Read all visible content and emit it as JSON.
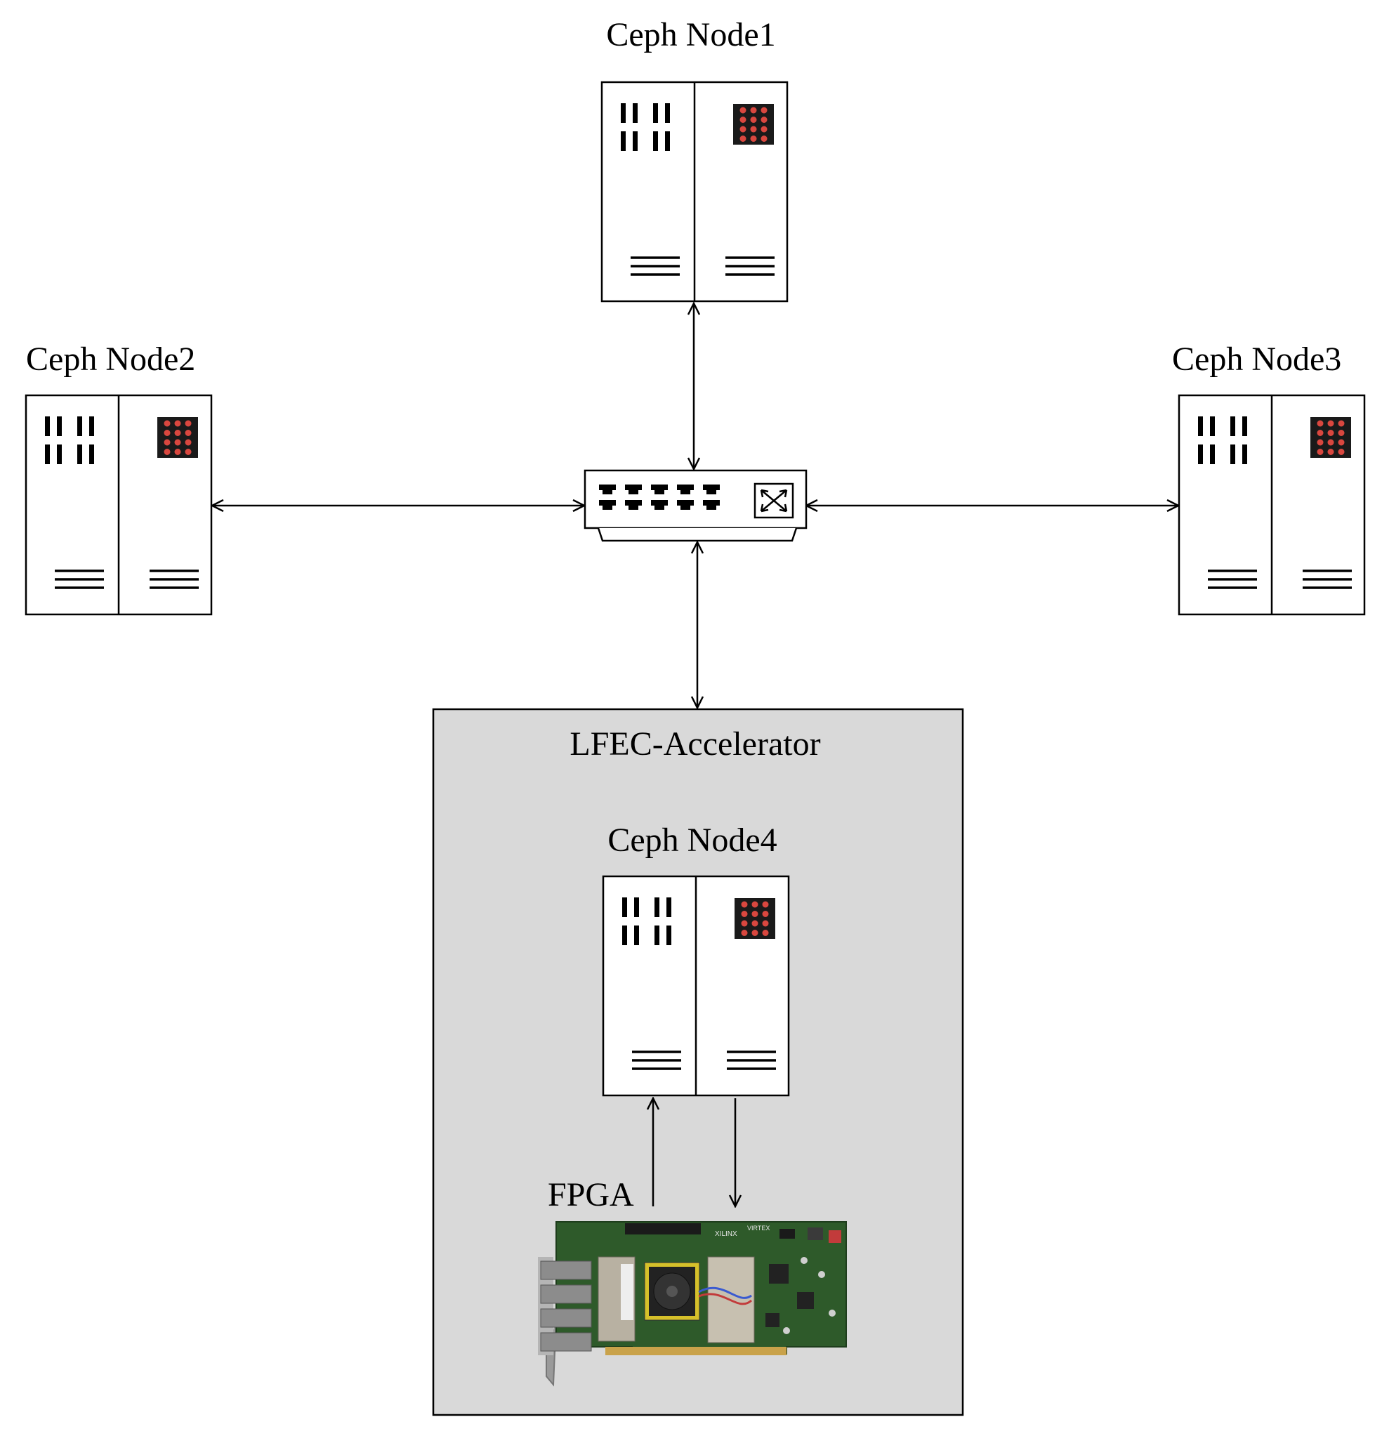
{
  "diagram": {
    "nodes": {
      "node1": "Ceph Node1",
      "node2": "Ceph Node2",
      "node3": "Ceph Node3",
      "node4": "Ceph Node4"
    },
    "accelerator_label": "LFEC-Accelerator",
    "fpga_label": "FPGA",
    "board_text": {
      "brand": "XILINX",
      "model": "VIRTEX"
    },
    "colors": {
      "accelerator_bg": "#d9d9d9",
      "led_panel": "#1a1a1a",
      "led_dot": "#d9473f",
      "board_green": "#2e5a2a"
    },
    "icons": [
      "server-icon",
      "network-switch-icon",
      "fpga-board-icon",
      "bidirectional-arrow-icon"
    ]
  }
}
